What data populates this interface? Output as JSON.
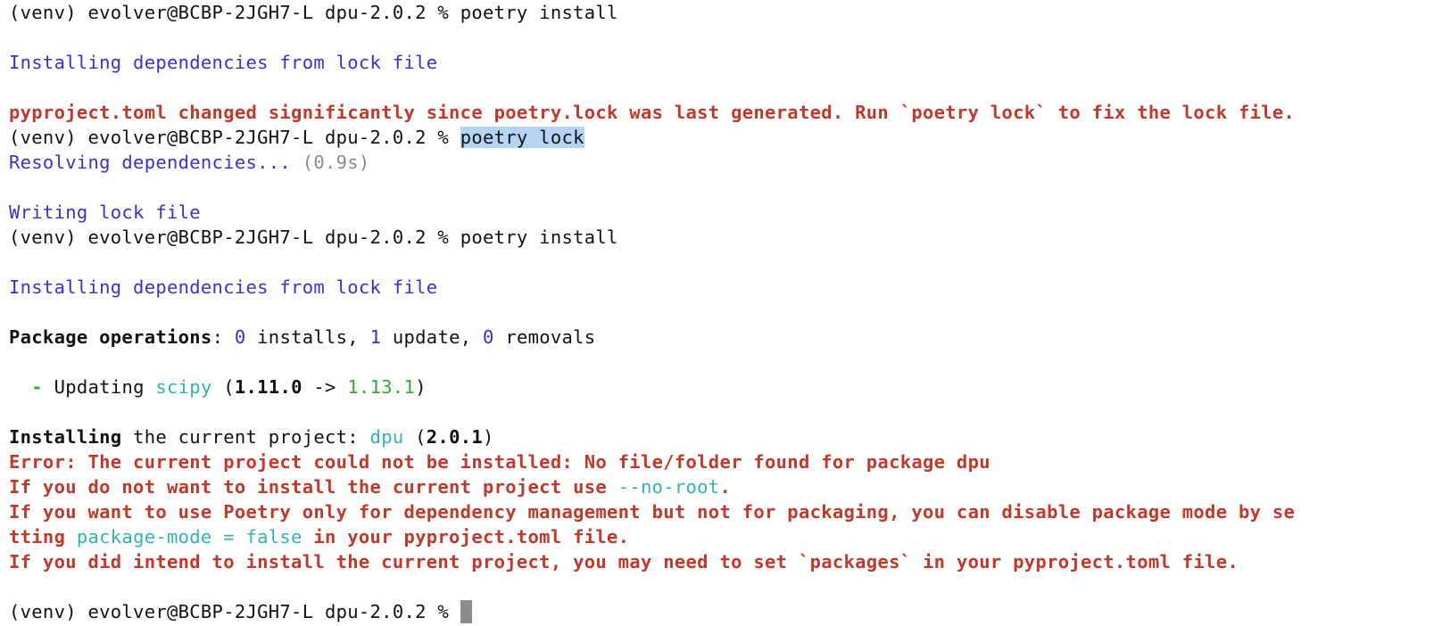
{
  "terminal": {
    "prompt": "(venv) evolver@BCBP-2JGH7-L dpu-2.0.2 % ",
    "cmd1": "poetry install",
    "install_from_lock": "Installing dependencies from lock file",
    "lock_warning": "pyproject.toml changed significantly since poetry.lock was last generated. Run `poetry lock` to fix the lock file.",
    "cmd2": "poetry lock",
    "resolving": "Resolving dependencies... ",
    "resolving_time": "(0.9s)",
    "writing_lock": "Writing lock file",
    "cmd3": "poetry install",
    "install_from_lock_2": "Installing dependencies from lock file",
    "package_ops": {
      "label": "Package operations",
      "colon": ": ",
      "installs_count": "0",
      "installs_text": " installs, ",
      "updates_count": "1",
      "updates_text": " update, ",
      "removals_count": "0",
      "removals_text": " removals"
    },
    "update_line": {
      "indent": "  ",
      "dash": "-",
      "updating": " Updating ",
      "package": "scipy",
      "open": " (",
      "old_version": "1.11.0",
      "arrow": " -> ",
      "new_version": "1.13.1",
      "close": ")"
    },
    "installing_project": {
      "label": "Installing",
      "text": " the current project: ",
      "project": "dpu",
      "open": " (",
      "version": "2.0.1",
      "close": ")"
    },
    "error_lines": {
      "line1": "Error: The current project could not be installed: No file/folder found for package dpu",
      "line2_a": "If you do not want to install the current project use ",
      "line2_flag": "--no-root",
      "line2_b": ".",
      "line3": "If you want to use Poetry only for dependency management but not for packaging, you can disable package mode by se",
      "line4_a": "tting ",
      "line4_setting": "package-mode = false",
      "line4_b": " in your pyproject.toml file.",
      "line5": "If you did intend to install the current project, you may need to set `packages` in your pyproject.toml file."
    }
  }
}
